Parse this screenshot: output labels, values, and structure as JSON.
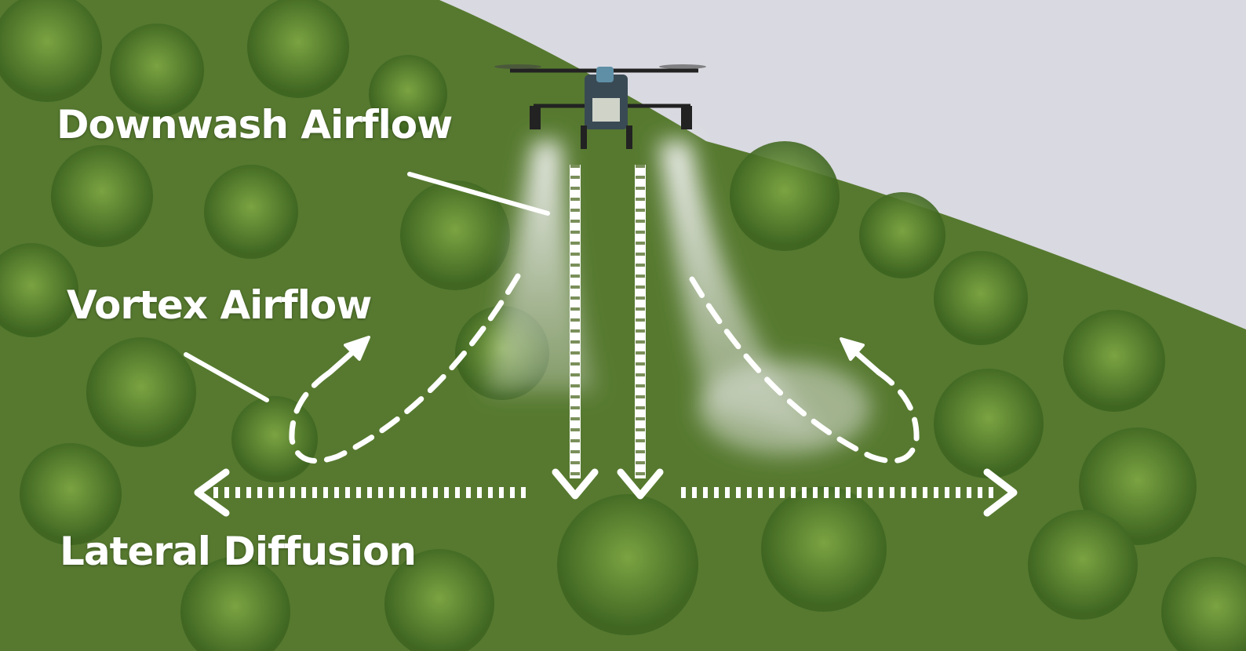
{
  "labels": {
    "downwash": "Downwash Airflow",
    "vortex": "Vortex Airflow",
    "lateral": "Lateral Diffusion"
  },
  "colors": {
    "sky": "#d9d9e1",
    "foliage": "#4f7a2a",
    "annotation": "#ffffff"
  }
}
